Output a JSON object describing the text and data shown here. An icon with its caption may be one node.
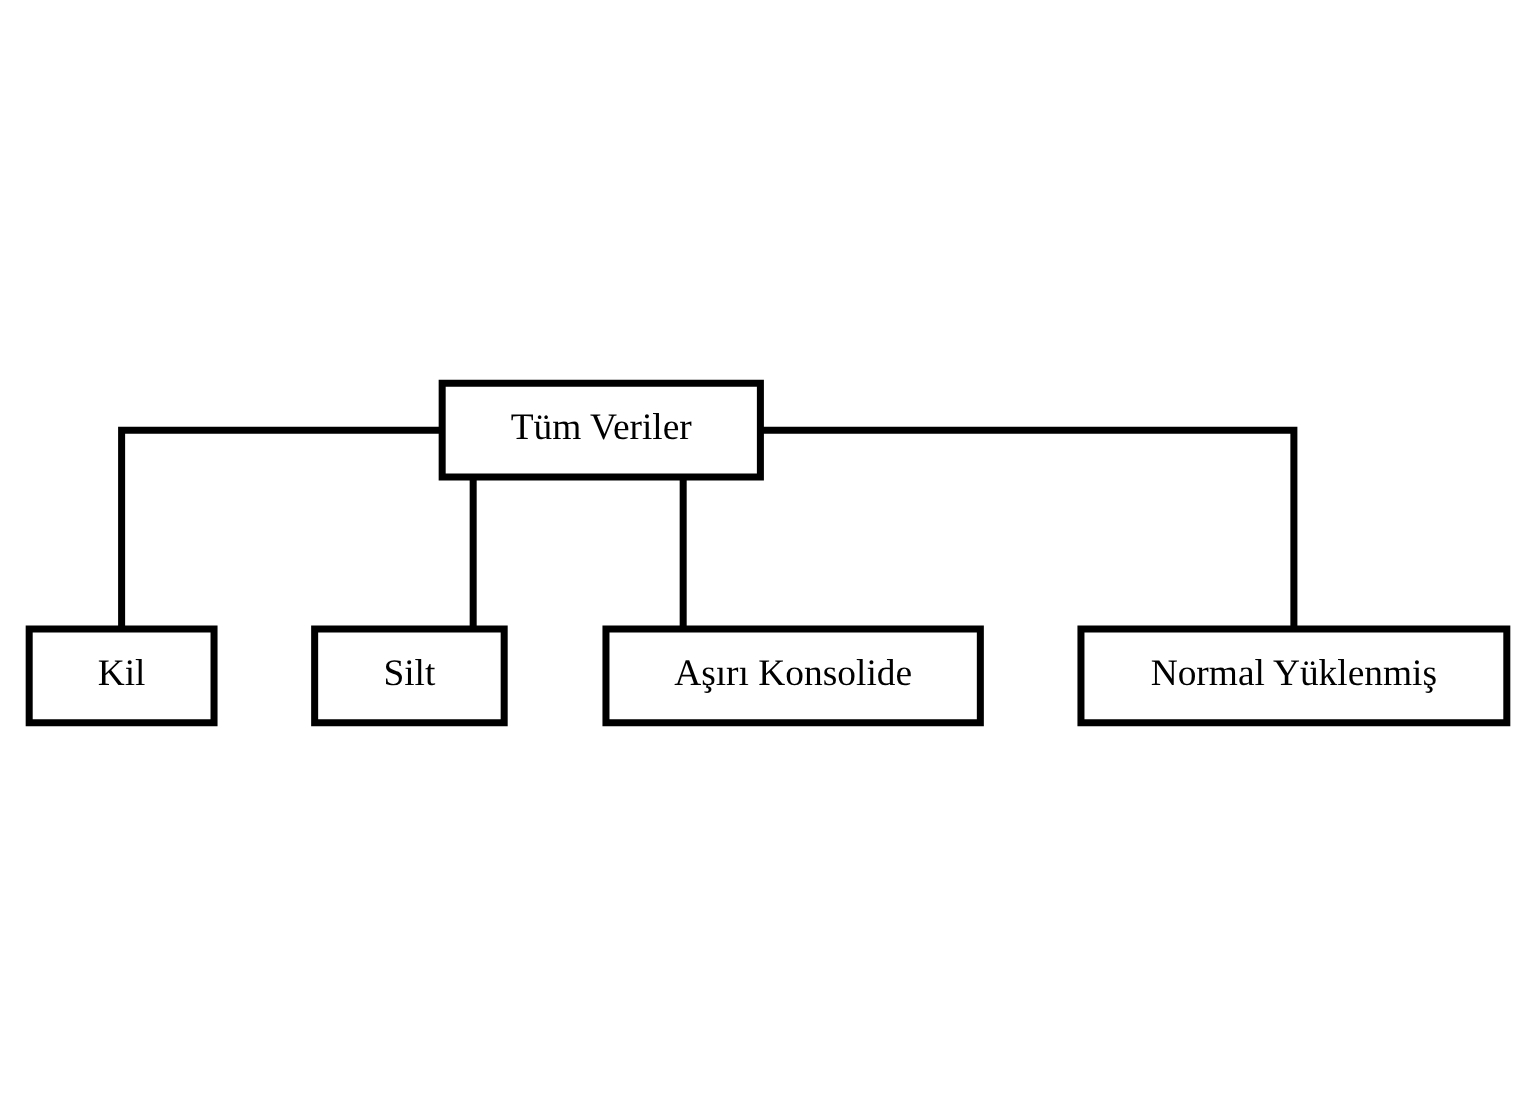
{
  "diagram": {
    "nodes": [
      {
        "text": [
          "Tüm Veriler"
        ]
      },
      {
        "text": [
          "Kil"
        ]
      },
      {
        "text": [
          "Silt"
        ]
      },
      {
        "text": [
          "Aşırı Konsolide"
        ]
      },
      {
        "text": [
          "Normal Yüklenmiş"
        ]
      }
    ],
    "edges": [
      {
        "from": 0,
        "to": 1,
        "arrow": "none"
      },
      {
        "from": 0,
        "to": 2,
        "arrow": "none"
      },
      {
        "from": 0,
        "to": 3,
        "arrow": "none"
      },
      {
        "from": 0,
        "to": 4,
        "arrow": "none"
      }
    ]
  }
}
